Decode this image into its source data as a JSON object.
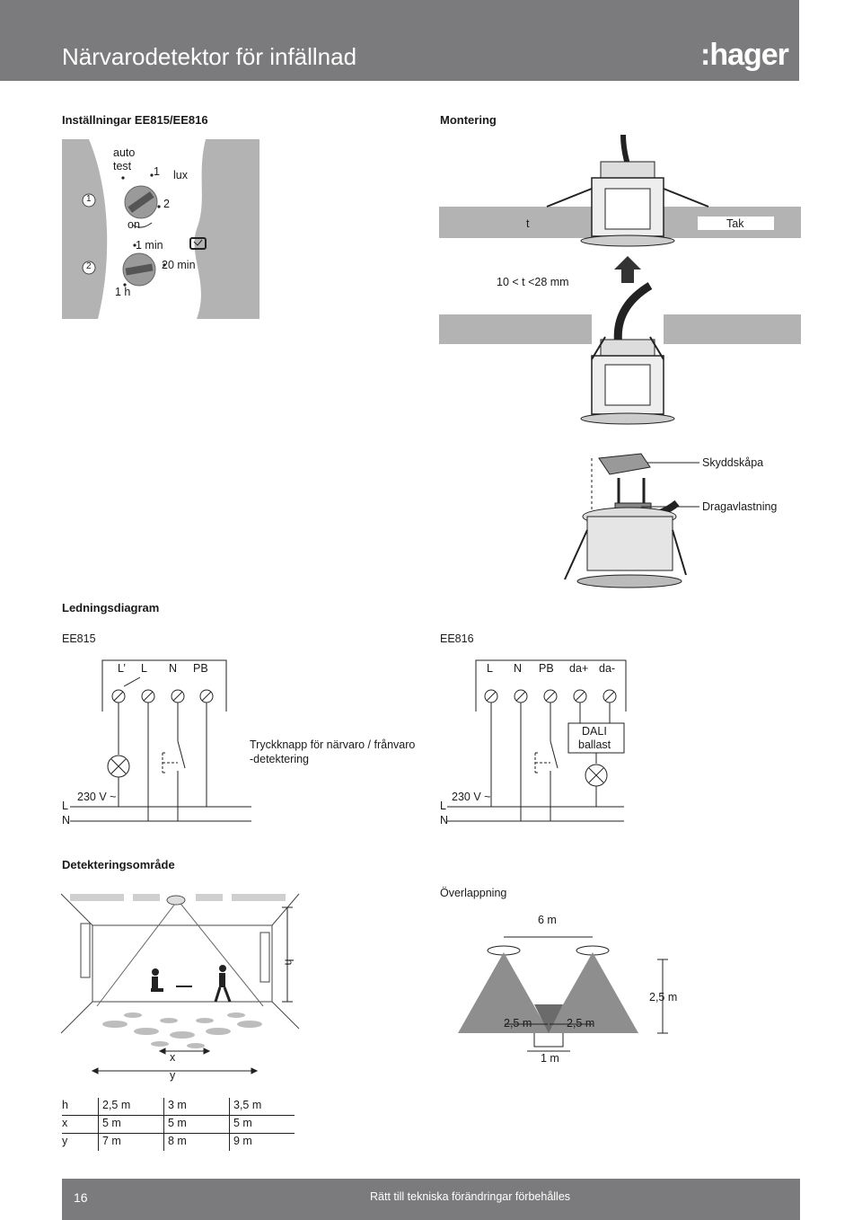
{
  "header": {
    "title": "Närvarodetektor för infällnad",
    "logo": ":hager"
  },
  "settings": {
    "heading": "Inställningar EE815/EE816",
    "auto_test": "auto\ntest",
    "d1_mark1": "1",
    "lux": "lux",
    "d1_mark2": "2",
    "on": "on",
    "min1": "1 min",
    "min20": "20 min",
    "h1": "1 h",
    "num1": "1",
    "num2": "2"
  },
  "mounting": {
    "heading": "Montering",
    "t": "t",
    "tak": "Tak",
    "range": "10 < t <28 mm",
    "skydd": "Skyddskåpa",
    "drag": "Dragavlastning"
  },
  "wiring": {
    "heading": "Ledningsdiagram",
    "ee815": {
      "label": "EE815",
      "terminals": [
        "L’",
        "L",
        "N",
        "PB"
      ]
    },
    "ee816": {
      "label": "EE816",
      "terminals": [
        "L",
        "N",
        "PB",
        "da+",
        "da-"
      ]
    },
    "pb_note_1": "Tryckknapp för närvaro / frånvaro",
    "pb_note_2": "-detektering",
    "dali_1": "DALI",
    "dali_2": "ballast",
    "voltage": "230 V ~",
    "L": "L",
    "N": "N"
  },
  "detection": {
    "heading": "Detekteringsområde",
    "overlap": "Överlappning",
    "h": "h",
    "x": "x",
    "y": "y",
    "m6": "6 m",
    "m25": "2,5 m",
    "m1": "1 m"
  },
  "table": {
    "rows": [
      [
        "h",
        "2,5 m",
        "3 m",
        "3,5 m"
      ],
      [
        "x",
        "5 m",
        "5 m",
        "5 m"
      ],
      [
        "y",
        "7 m",
        "8 m",
        "9 m"
      ]
    ]
  },
  "footer": {
    "page": "16",
    "note": "Rätt till tekniska förändringar förbehålles"
  }
}
